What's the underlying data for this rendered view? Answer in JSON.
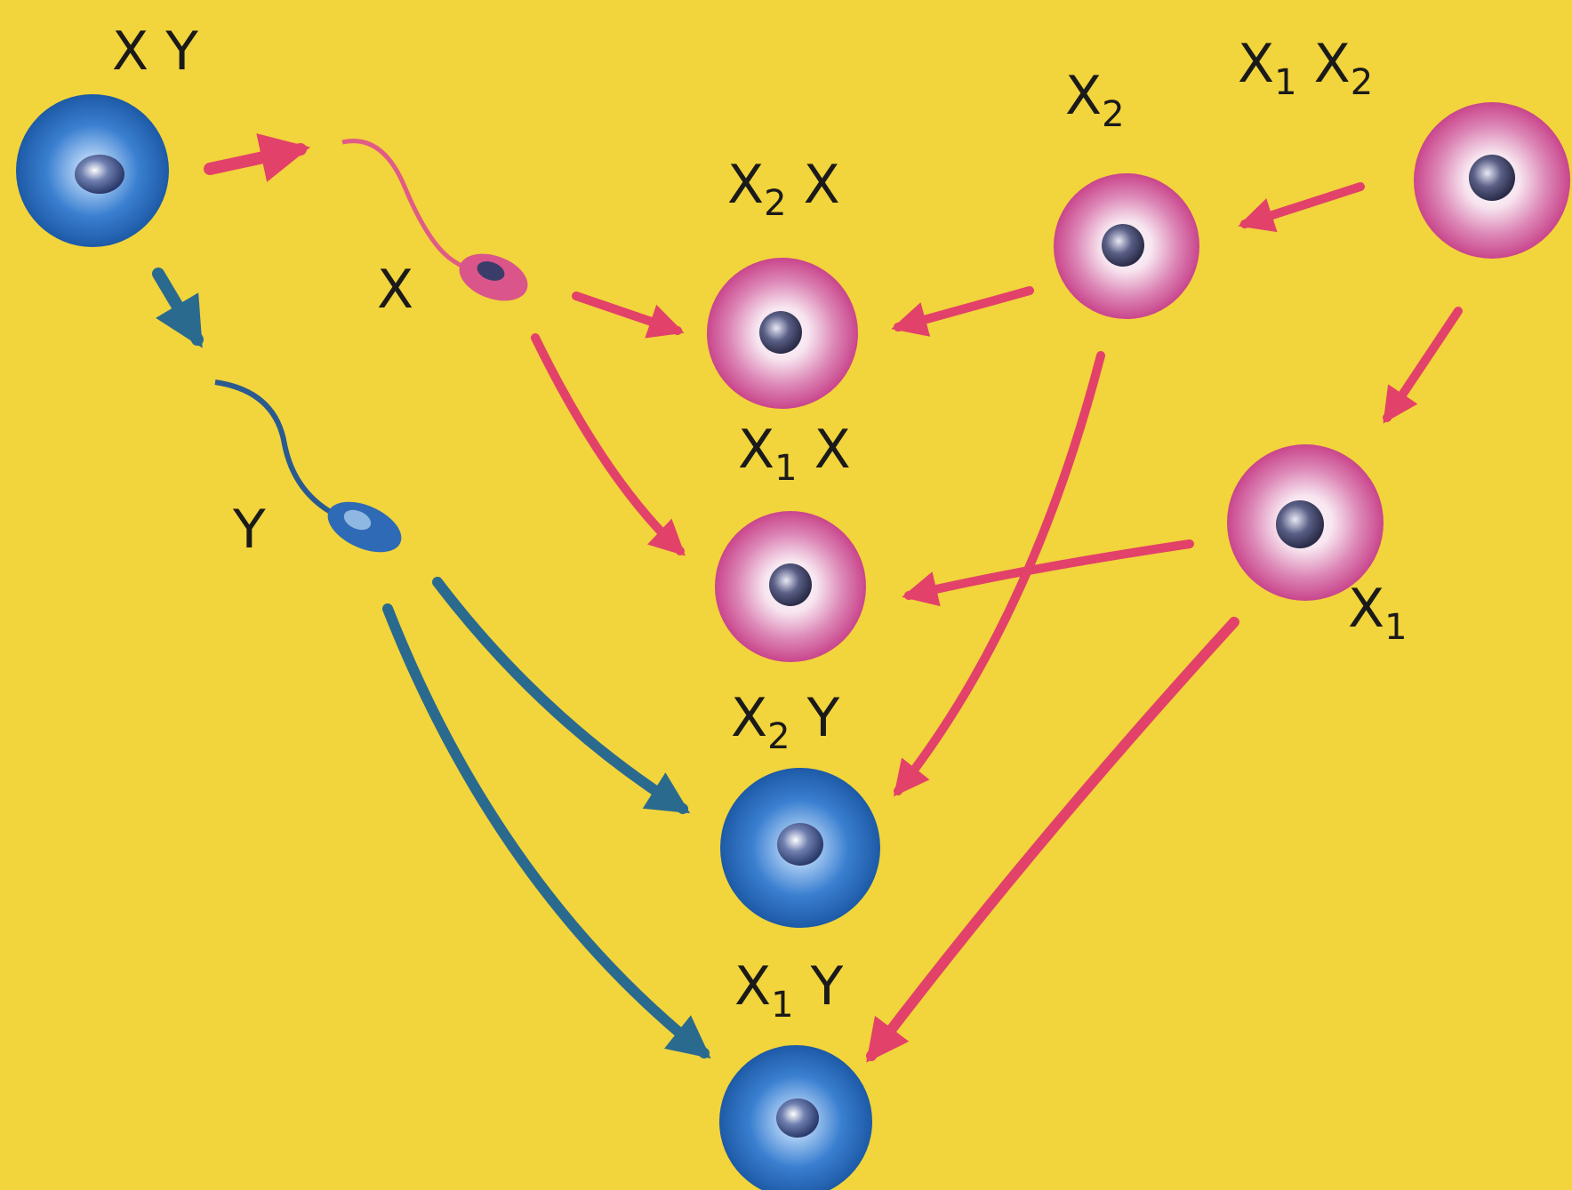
{
  "colors": {
    "background": "#f2d43c",
    "male": "#2f6fc0",
    "female": "#d24a86",
    "arrow_male": "#2a6a8e",
    "arrow_female": "#e2416a"
  },
  "labels": {
    "father": {
      "base1": "X",
      "base2": "Y"
    },
    "mother": {
      "base1": "X",
      "sub1": "1",
      "base2": "X",
      "sub2": "2"
    },
    "sperm_x": {
      "base": "X"
    },
    "sperm_y": {
      "base": "Y"
    },
    "egg_x2": {
      "base": "X",
      "sub": "2"
    },
    "egg_x1": {
      "base": "X",
      "sub": "1"
    },
    "child_x2x": {
      "base1": "X",
      "sub1": "2",
      "base2": "X"
    },
    "child_x1x": {
      "base1": "X",
      "sub1": "1",
      "base2": "X"
    },
    "child_x2y": {
      "base1": "X",
      "sub1": "2",
      "base2": "Y"
    },
    "child_x1y": {
      "base1": "X",
      "sub1": "1",
      "base2": "Y"
    }
  }
}
